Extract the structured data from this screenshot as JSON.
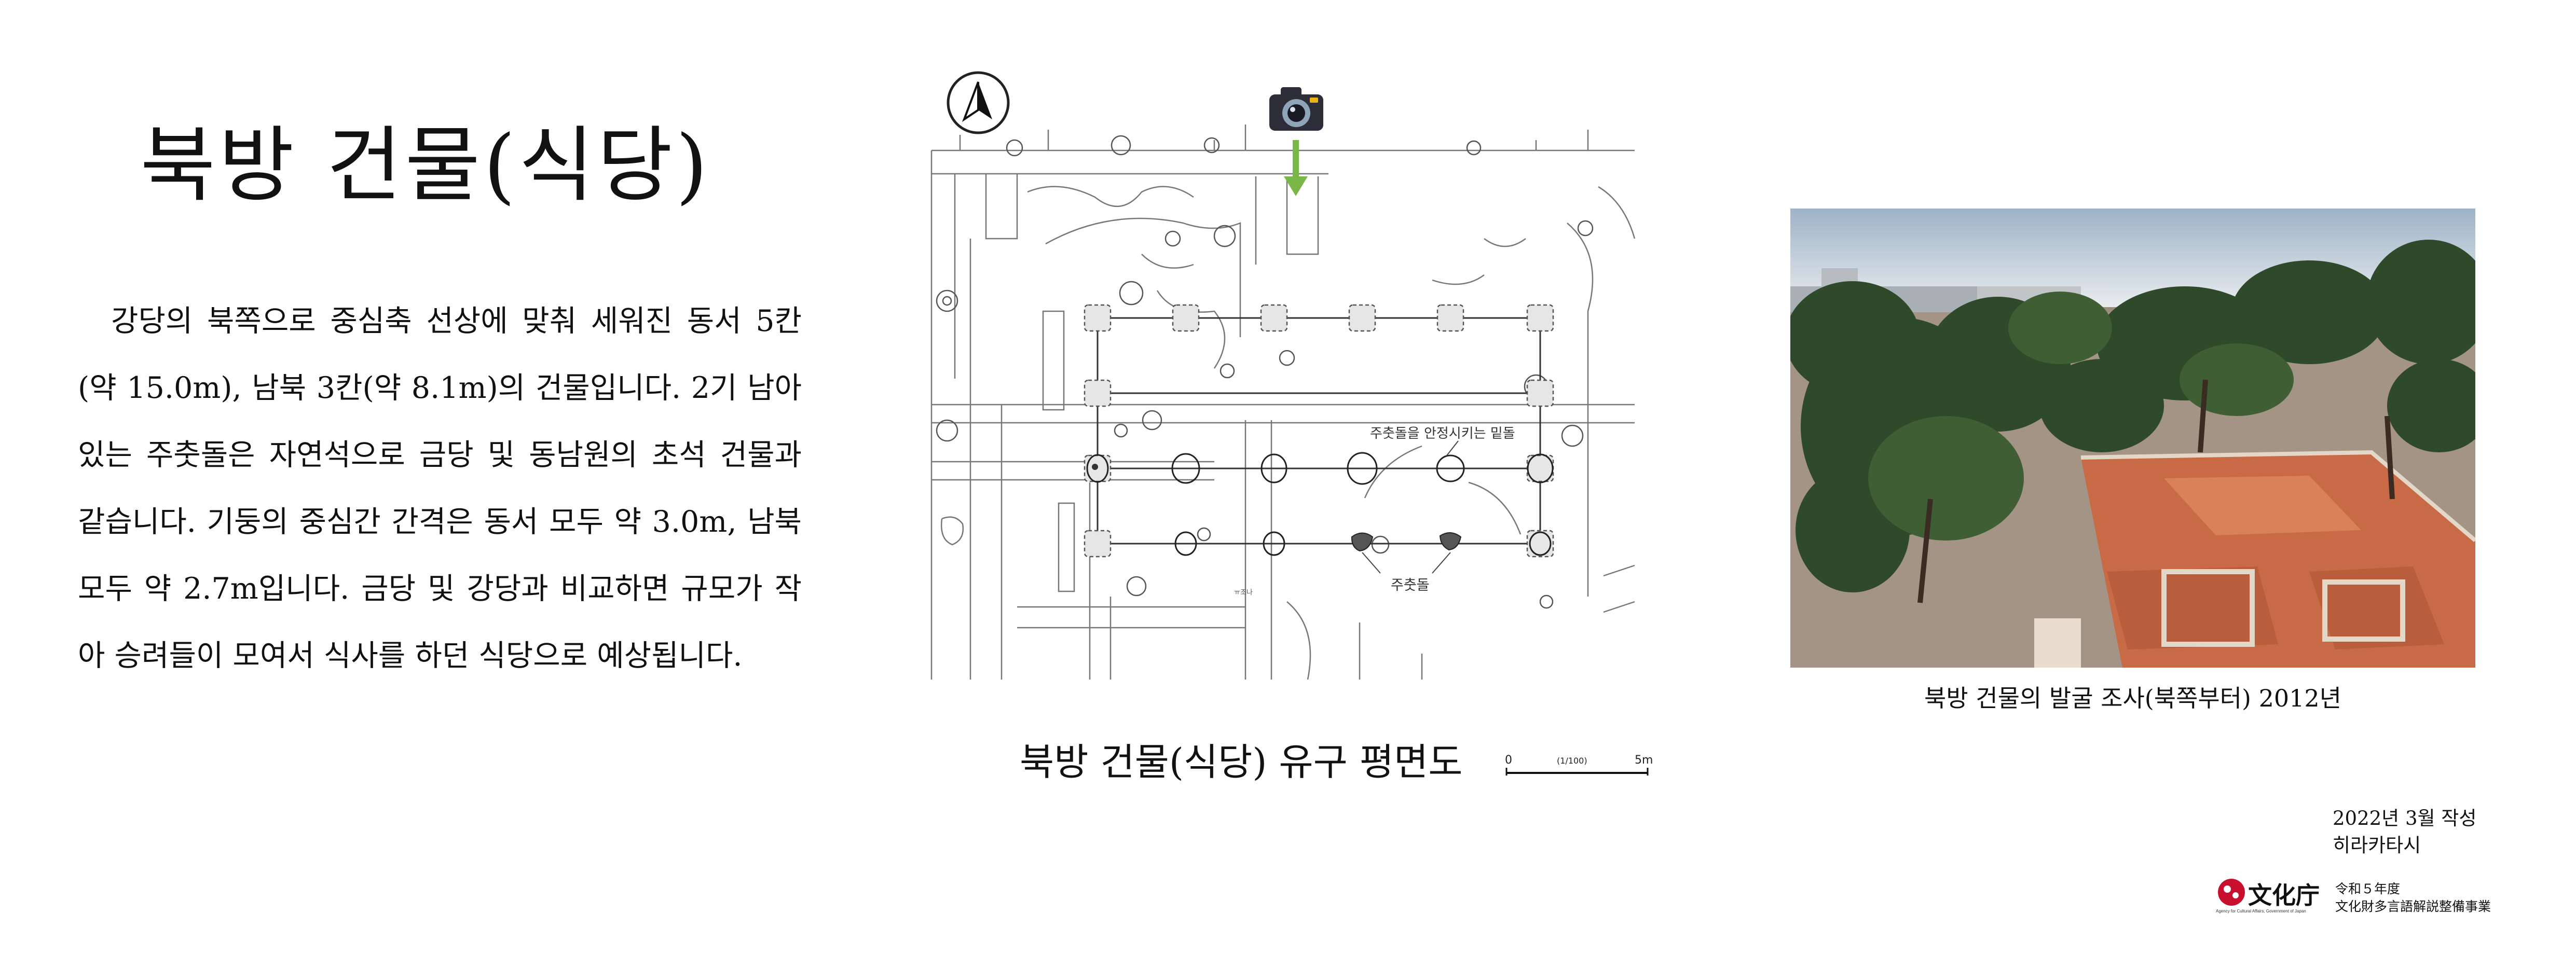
{
  "title": "북방 건물(식당)",
  "body_text": "강당의 북쪽으로 중심축 선상에 맞춰 세워진 동서 5칸(약 15.0m), 남북 3칸(약 8.1m)의 건물입니다. 2기 남아있는 주춧돌은 자연석으로 금당 및 동남원의 초석 건물과 같습니다. 기둥의 중심간 간격은 동서 모두 약 3.0m, 남북 모두 약 2.7m입니다. 금당 및 강당과 비교하면 규모가 작아 승려들이 모여서 식사를 하던 식당으로 예상됩니다.",
  "plan": {
    "caption": "북방 건물(식당) 유구 평면도",
    "label_foundation": "주춧돌을 안정시키는 밑돌",
    "label_cornerstone": "주춧돌",
    "small_label": "ㅠ조나",
    "scale_start": "0",
    "scale_ratio": "(1/100)",
    "scale_end": "5m",
    "north_icon": "north-arrow-icon",
    "camera_icon": "camera-icon",
    "arrow_color": "#7ab648"
  },
  "photo": {
    "caption": "북방 건물의 발굴 조사(북쪽부터) 2012년"
  },
  "meta": {
    "date": "2022년 3월 작성",
    "city": "히라카타시"
  },
  "agency": {
    "name": "文化庁",
    "subtitle": "Agency for Cultural Affairs, Government of Japan",
    "line1": "令和５年度",
    "line2": "文化財多言語解説整備事業",
    "brand_color": "#c8102e"
  }
}
